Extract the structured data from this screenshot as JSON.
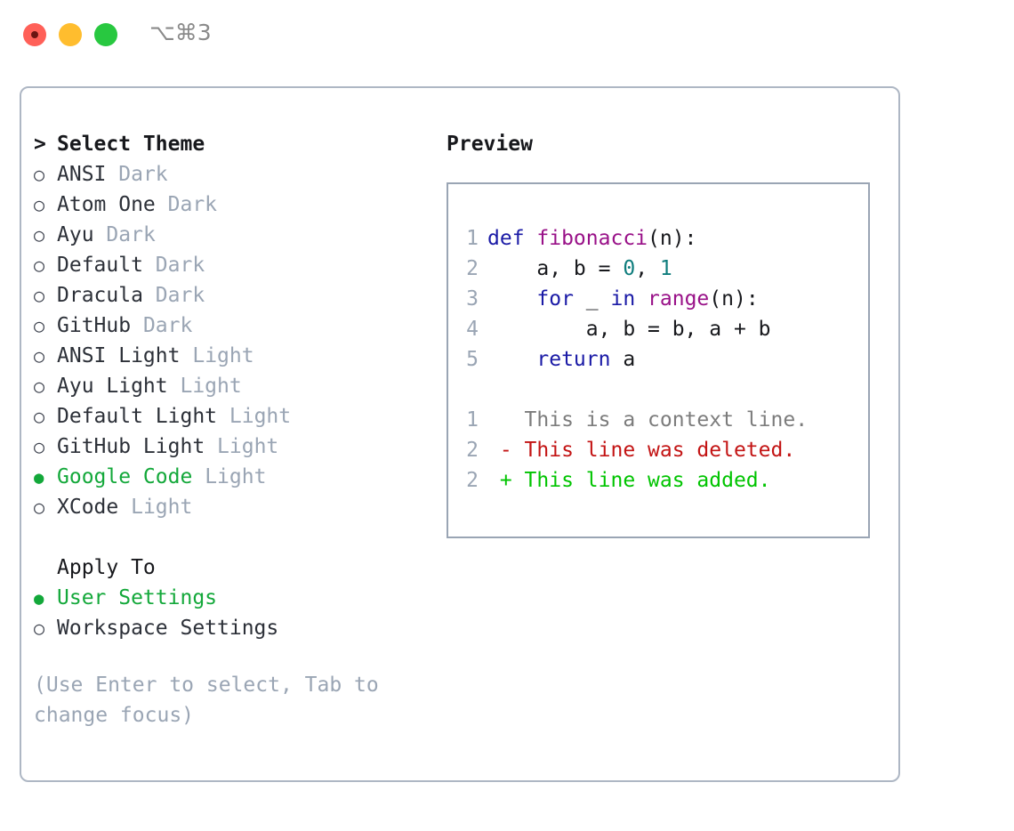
{
  "window": {
    "shortcut": "⌥⌘3",
    "traffic_lights": [
      {
        "name": "close",
        "color": "#ff6058"
      },
      {
        "name": "minimize",
        "color": "#ffbd2e"
      },
      {
        "name": "maximize",
        "color": "#28c840"
      }
    ]
  },
  "theme_section": {
    "caret": ">",
    "title": "Select Theme",
    "focused": true,
    "marker_unselected": "○",
    "marker_selected": "●",
    "selected_color": "#13a83a",
    "items": [
      {
        "name": "ANSI",
        "category": "Dark",
        "selected": false
      },
      {
        "name": "Atom One",
        "category": "Dark",
        "selected": false
      },
      {
        "name": "Ayu",
        "category": "Dark",
        "selected": false
      },
      {
        "name": "Default",
        "category": "Dark",
        "selected": false
      },
      {
        "name": "Dracula",
        "category": "Dark",
        "selected": false
      },
      {
        "name": "GitHub",
        "category": "Dark",
        "selected": false
      },
      {
        "name": "ANSI Light",
        "category": "Light",
        "selected": false
      },
      {
        "name": "Ayu Light",
        "category": "Light",
        "selected": false
      },
      {
        "name": "Default Light",
        "category": "Light",
        "selected": false
      },
      {
        "name": "GitHub Light",
        "category": "Light",
        "selected": false
      },
      {
        "name": "Google Code",
        "category": "Light",
        "selected": true
      },
      {
        "name": "XCode",
        "category": "Light",
        "selected": false
      }
    ]
  },
  "apply_section": {
    "title": "Apply To",
    "focused": false,
    "items": [
      {
        "name": "User Settings",
        "selected": true
      },
      {
        "name": "Workspace Settings",
        "selected": false
      }
    ]
  },
  "hint": "(Use Enter to select, Tab to change focus)",
  "preview": {
    "title": "Preview",
    "code_lines": [
      {
        "no": "1",
        "tokens": [
          {
            "t": "def ",
            "c": "kw"
          },
          {
            "t": "fibonacci",
            "c": "fn"
          },
          {
            "t": "(n):",
            "c": "plain"
          }
        ]
      },
      {
        "no": "2",
        "tokens": [
          {
            "t": "    a, b = ",
            "c": "plain"
          },
          {
            "t": "0",
            "c": "num"
          },
          {
            "t": ", ",
            "c": "plain"
          },
          {
            "t": "1",
            "c": "num"
          }
        ]
      },
      {
        "no": "3",
        "tokens": [
          {
            "t": "    ",
            "c": "plain"
          },
          {
            "t": "for",
            "c": "kw"
          },
          {
            "t": " _ ",
            "c": "plain"
          },
          {
            "t": "in",
            "c": "kw"
          },
          {
            "t": " ",
            "c": "plain"
          },
          {
            "t": "range",
            "c": "fn"
          },
          {
            "t": "(n):",
            "c": "plain"
          }
        ]
      },
      {
        "no": "4",
        "tokens": [
          {
            "t": "        a, b = b, a + b",
            "c": "plain"
          }
        ]
      },
      {
        "no": "5",
        "tokens": [
          {
            "t": "    ",
            "c": "plain"
          },
          {
            "t": "return",
            "c": "kw"
          },
          {
            "t": " a",
            "c": "plain"
          }
        ]
      }
    ],
    "diff_lines": [
      {
        "no": "1",
        "marker": " ",
        "text": " This is a context line.",
        "kind": "ctx"
      },
      {
        "no": "2",
        "marker": "-",
        "text": " This line was deleted.",
        "kind": "del"
      },
      {
        "no": "2",
        "marker": "+",
        "text": " This line was added.",
        "kind": "add"
      }
    ]
  },
  "colors": {
    "panel_border": "#aeb7c4",
    "preview_border": "#9aa5b4",
    "keyword": "#1a1aa6",
    "function": "#991188",
    "number": "#0f7d7d",
    "context": "#7c7c7c",
    "deleted": "#c31414",
    "added": "#00c400",
    "muted": "#9aa5b4"
  }
}
